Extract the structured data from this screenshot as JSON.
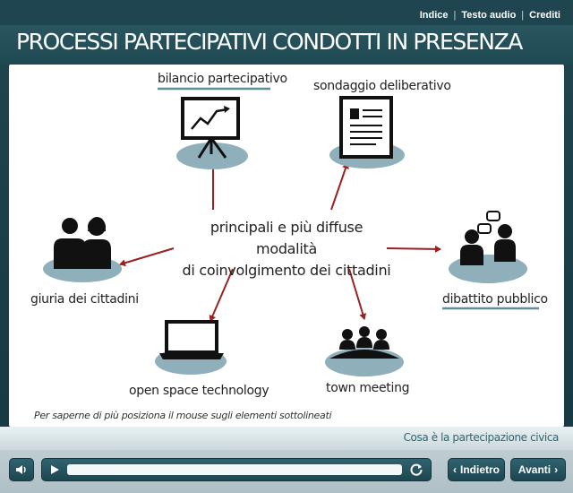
{
  "topnav": {
    "index": "Indice",
    "audio_text": "Testo audio",
    "credits": "Crediti",
    "separator": "|"
  },
  "title": "PROCESSI PARTECIPATIVI CONDOTTI IN PRESENZA",
  "diagram": {
    "center_line1": "principali e più diffuse modalità",
    "center_line2": "di coinvolgimento dei cittadini",
    "items": {
      "bilancio": "bilancio partecipativo",
      "sondaggio": "sondaggio deliberativo",
      "giuria": "giuria dei cittadini",
      "dibattito": "dibattito pubblico",
      "openspace": "open space technology",
      "townmeeting": "town meeting"
    },
    "hint": "Per saperne di più posiziona il mouse sugli elementi sottolineati"
  },
  "subbar": {
    "link": "Cosa è la partecipazione civica"
  },
  "controls": {
    "back": "Indietro",
    "next": "Avanti"
  },
  "colors": {
    "arrow": "#9b2020",
    "dark": "#1f4650",
    "ellipse": "#8fb0bb"
  }
}
